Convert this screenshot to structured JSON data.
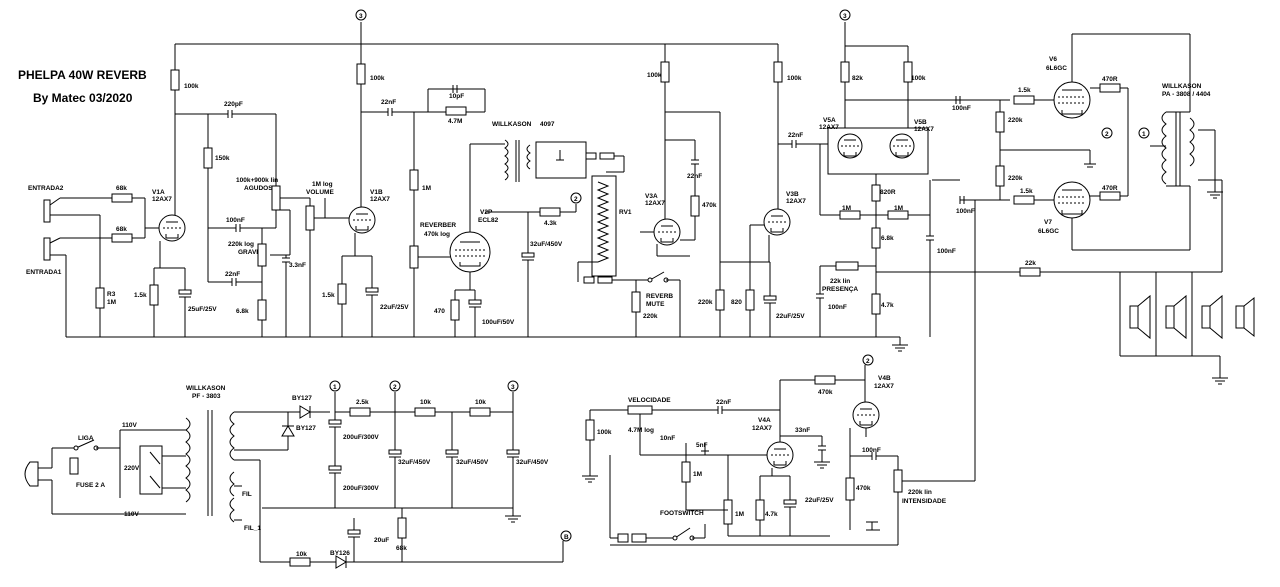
{
  "title": {
    "line1": "PHELPA 40W REVERB",
    "line2": "By Matec 03/2020"
  },
  "labels": {
    "entrada2": "ENTRADA2",
    "entrada1": "ENTRADA1",
    "agudos": "AGUDOS",
    "agudos_pot": "100k+900k lin",
    "graves": "GRAVES",
    "graves_pot": "220k log",
    "volume": "VOLUME",
    "volume_pot": "1M log",
    "reverber": "REVERBER",
    "reverber_pot": "470k log",
    "willkason_tank": "WILLKASON",
    "tank_model": "4097",
    "rv1": "RV1",
    "reverb_mute": "REVERB",
    "mute": "MUTE",
    "presenca": "PRESENÇA",
    "presenca_pot": "22k lin",
    "velocidade": "VELOCIDADE",
    "velocidade_pot": "4.7M log",
    "footswitch": "FOOTSWITCH",
    "intensidade": "INTENSIDADE",
    "intensidade_pot": "220k lin",
    "out_transformer": "WILLKASON",
    "out_transformer_model": "PA - 3808 / 4404",
    "power_transformer": "WILLKASON",
    "power_transformer_model": "PF - 3803",
    "liga": "LIGA",
    "fuse": "FUSE 2 A",
    "v110a": "110V",
    "v220": "220V",
    "v110b": "110V",
    "fil": "FIL",
    "fil1": "FIL_1",
    "by127a": "BY127",
    "by127b": "BY127",
    "by126": "BY126"
  },
  "tubes": {
    "v1a": "V1A",
    "v1a_type": "12AX7",
    "v1b": "V1B",
    "v1b_type": "12AX7",
    "v2p": "V2P",
    "v2p_type": "ECL82",
    "v3a": "V3A",
    "v3a_type": "12AX7",
    "v3b": "V3B",
    "v3b_type": "12AX7",
    "v5a": "V5A",
    "v5a_type": "12AX7",
    "v5b": "V5B",
    "v5b_type": "12AX7",
    "v6": "V6",
    "v6_type": "6L6GC",
    "v7": "V7",
    "v7_type": "6L6GC",
    "v4a": "V4A",
    "v4a_type": "12AX7",
    "v4b": "V4B",
    "v4b_type": "12AX7"
  },
  "components": {
    "r68k_a": "68k",
    "r68k_b": "68k",
    "r3": "R3",
    "r3v": "1M",
    "r100k_v1a": "100k",
    "c220pf": "220pF",
    "r150k": "150k",
    "c100nf_tone": "100nF",
    "c22nf_tone": "22nF",
    "r6k8": "6.8k",
    "r1k5_v1a": "1.5k",
    "c25uf_v1a": "25uF/25V",
    "c3n3": "3.3nF",
    "r100k_v1b": "100k",
    "c22nf_v1b": "22nF",
    "r1k5_v1b": "1.5k",
    "c22uf_v1b": "22uF/25V",
    "c10pf": "10pF",
    "r4m7": "4.7M",
    "r1m_rev": "1M",
    "r470": "470",
    "c100uf": "100uF/50V",
    "r4k3": "4.3k",
    "c32uf_a": "32uF/450V",
    "r100k_v3a": "100k",
    "c22nf_v3a": "22nF",
    "r470k_v3a": "470k",
    "r220k_mute": "220k",
    "r220k_v3": "220k",
    "r820_v3": "820",
    "c22uf_v3": "22uF/25V",
    "r100k_v3b": "100k",
    "c22nf_v3b": "22nF",
    "r82k": "82k",
    "r100k_pi": "100k",
    "r820r": "820R",
    "r1m_a": "1M",
    "r1m_b": "1M",
    "r6k8_pi": "6.8k",
    "r4k7_pi": "4.7k",
    "c100nf_pi": "100nF",
    "c100nf_pres": "100nF",
    "c100nf_out1": "100nF",
    "c100nf_out2": "100nF",
    "r1k5_a": "1.5k",
    "r1k5_b": "1.5k",
    "r220k_a": "220k",
    "r220k_b": "220k",
    "r470r_a": "470R",
    "r470r_b": "470R",
    "r22k_nfb": "22k",
    "c200uf_a": "200uF/300V",
    "c200uf_b": "200uF/300V",
    "r2k5": "2.5k",
    "r10k_ps": "10k",
    "r10k_ps2": "10k",
    "c32uf_b": "32uF/450V",
    "c32uf_c": "32uF/450V",
    "c32uf_d": "32uF/450V",
    "c20uf": "20uF",
    "r68k_ps": "68k",
    "r10k_bias": "10k",
    "r100k_trem": "100k",
    "c22nf_trem": "22nF",
    "c10nf": "10nF",
    "c5nf": "5nF",
    "r1m_trem_a": "1M",
    "r1m_trem_b": "1M",
    "r4k7_trem": "4.7k",
    "c22uf_trem": "22uF/25V",
    "r470k_trem": "470k",
    "c33nf": "33nF",
    "r470k_trem2": "470k",
    "c100nf_trem": "100nF"
  },
  "nodes": {
    "n1": "1",
    "n2": "2",
    "n3": "3",
    "nB": "B"
  },
  "colors": {
    "ink": "#000000",
    "background": "#ffffff"
  }
}
